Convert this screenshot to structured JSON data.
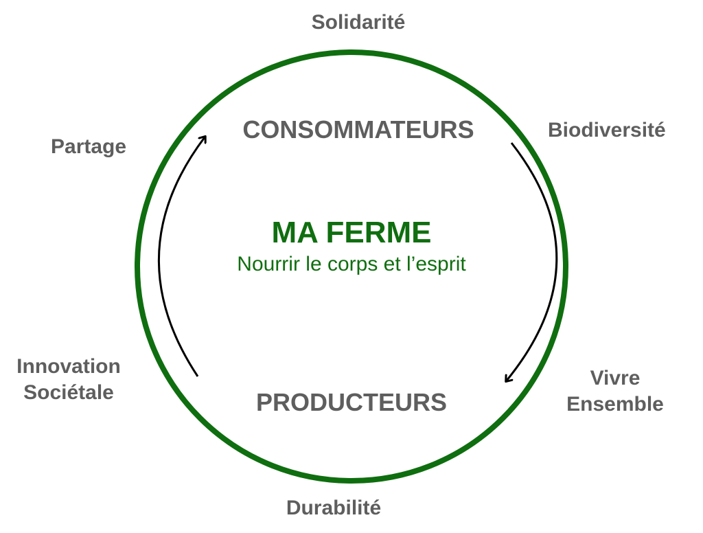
{
  "center": {
    "title": "MA FERME",
    "subtitle": "Nourrir le corps et l’esprit"
  },
  "nodes": {
    "top": "CONSOMMATEURS",
    "bottom": "PRODUCTEURS"
  },
  "values": {
    "solidarite": "Solidarité",
    "biodiversite": "Biodiversité",
    "partage": "Partage",
    "innovation_line1": "Innovation",
    "innovation_line2": "Sociétale",
    "vivre_line1": "Vivre",
    "vivre_line2": "Ensemble",
    "durabilite": "Durabilité"
  },
  "colors": {
    "circle": "#0f6e0f",
    "title": "#0f6e0f",
    "text": "#5e5e5e",
    "arrows": "#000000"
  }
}
